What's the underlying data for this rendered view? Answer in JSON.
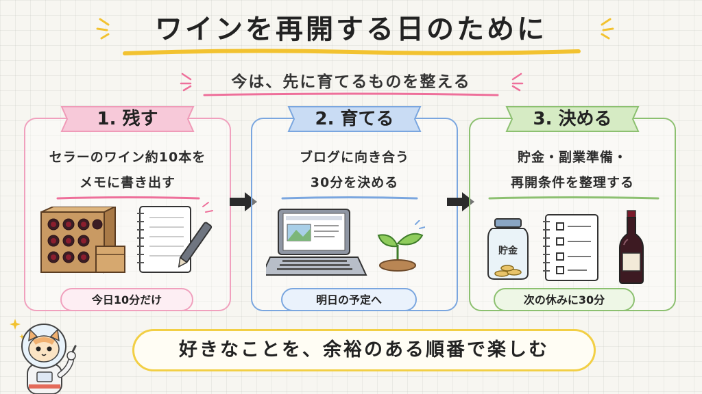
{
  "title": "ワインを再開する日のために",
  "subtitle": "今は、先に育てるものを整える",
  "steps": [
    {
      "heading": "1. 残す",
      "line1": "セラーのワイン約10本を",
      "line2": "メモに書き出す",
      "pill": "今日10分だけ",
      "color": "#f0a0bd"
    },
    {
      "heading": "2. 育てる",
      "line1": "ブログに向き合う",
      "line2": "30分を決める",
      "pill": "明日の予定へ",
      "color": "#7aa6df"
    },
    {
      "heading": "3. 決める",
      "line1": "貯金・副業準備・",
      "line2": "再開条件を整理する",
      "pill": "次の休みに30分",
      "color": "#8cc070",
      "jar_label": "貯金"
    }
  ],
  "footer": "好きなことを、余裕のある順番で楽しむ",
  "colors": {
    "pink": "#f0a0bd",
    "blue": "#7aa6df",
    "green": "#8cc070",
    "yellow": "#f2cf45",
    "underline_pink": "#ee6f9a"
  }
}
